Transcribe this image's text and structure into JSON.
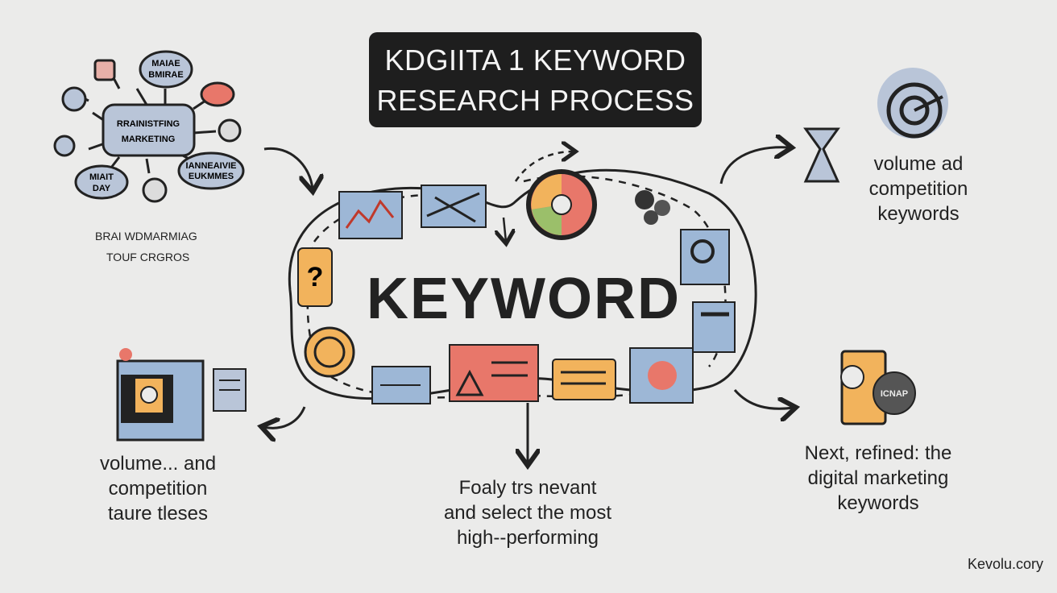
{
  "title": {
    "line1": "KDGIITA 1 KEYWORD",
    "line2": "RESEARCH PROCESS"
  },
  "center": {
    "word": "KEYWORD"
  },
  "brainstorm": {
    "hub_line1": "RRAINISTFING",
    "hub_line2": "MARKETING",
    "bubble_top_line1": "MAIAE",
    "bubble_top_line2": "BMIRAE",
    "bubble_left_line1": "MIAIT",
    "bubble_left_line2": "DAY",
    "bubble_right_line1": "IANNEAIVIE",
    "bubble_right_line2": "EUKMMES",
    "caption_line1": "BRAI WDMARMIAG",
    "caption_line2": "TOUF CRGROS"
  },
  "captions": {
    "top_right": [
      "volume ad",
      "competition",
      "keywords"
    ],
    "bottom_left": [
      "volume... and",
      "competition",
      "taure tleses"
    ],
    "bottom_center": [
      "Foaly trs nevant",
      "and select the most",
      "high--performing"
    ],
    "bottom_right": [
      "Next, refined: the",
      "digital marketing",
      "keywords"
    ]
  },
  "badge": {
    "text": "ICNAP"
  },
  "watermark": "Kevolu.cory",
  "colors": {
    "background": "#ebebea",
    "title_bg": "#1e1e1e",
    "blue": "#9db7d6",
    "orange": "#f2b35c",
    "red": "#e8776a",
    "ink": "#222222"
  }
}
